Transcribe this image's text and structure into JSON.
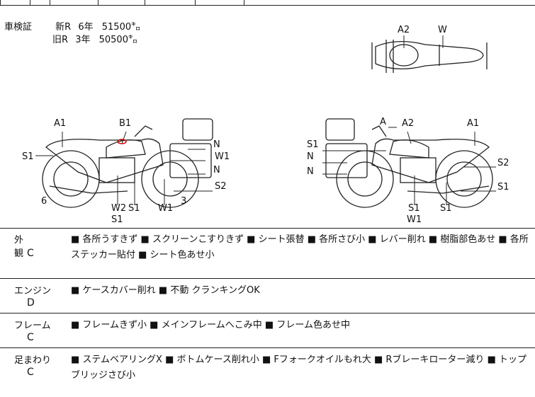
{
  "odometer": {
    "label": "車検証",
    "lines": [
      {
        "type": "新R",
        "years": "6年",
        "mileage": "51500㌔"
      },
      {
        "type": "旧R",
        "years": "3年",
        "mileage": "50500㌔"
      }
    ]
  },
  "diagram_labels": {
    "left_bike": [
      "A1",
      "B1",
      "S1",
      "N",
      "W1",
      "N",
      "S2",
      "W2",
      "S1",
      "S1",
      "W1",
      "3",
      "6"
    ],
    "right_bike": [
      "A",
      "A2",
      "A1",
      "S1",
      "N",
      "N",
      "S2",
      "S1",
      "S1",
      "W1",
      "S1"
    ],
    "top_view": [
      "A2",
      "W"
    ]
  },
  "conditions": [
    {
      "name": "外 観",
      "grade": "C",
      "notes": "■ 各所うすきず ■ スクリーンこすりきず ■ シート張替 ■ 各所さび小 ■ レバー削れ ■ 樹脂部色あせ ■ 各所ステッカー貼付 ■ シート色あせ小"
    },
    {
      "name": "エンジン",
      "grade": "D",
      "notes": "■ ケースカバー削れ ■ 不動 クランキングOK"
    },
    {
      "name": "フレーム",
      "grade": "C",
      "notes": "■ フレームきず小 ■ メインフレームへこみ中 ■ フレーム色あせ中"
    },
    {
      "name": "足まわり",
      "grade": "C",
      "notes": "■ ステムベアリングX ■ ボトムケース削れ小 ■ Fフォークオイルもれ大 ■ Rブレーキローター減り ■ トップブリッジさび小"
    }
  ]
}
